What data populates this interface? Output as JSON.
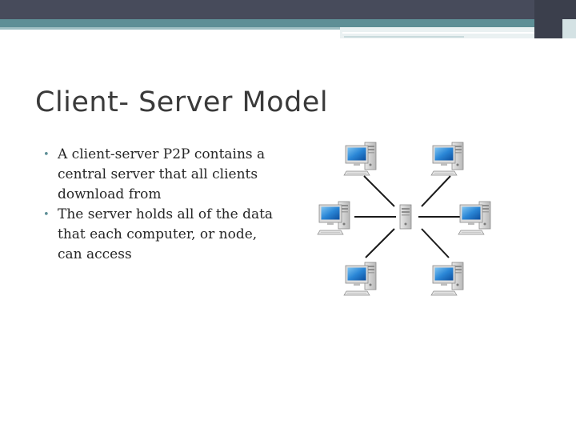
{
  "slide": {
    "title": "Client- Server Model",
    "bullets": [
      "A client-server P2P contains a central server that all clients download from",
      "The server holds all of the data that each computer, or node, can access"
    ]
  },
  "diagram": {
    "center_node": "server-icon",
    "client_nodes": [
      "computer-icon",
      "computer-icon",
      "computer-icon",
      "computer-icon",
      "computer-icon",
      "computer-icon"
    ]
  }
}
